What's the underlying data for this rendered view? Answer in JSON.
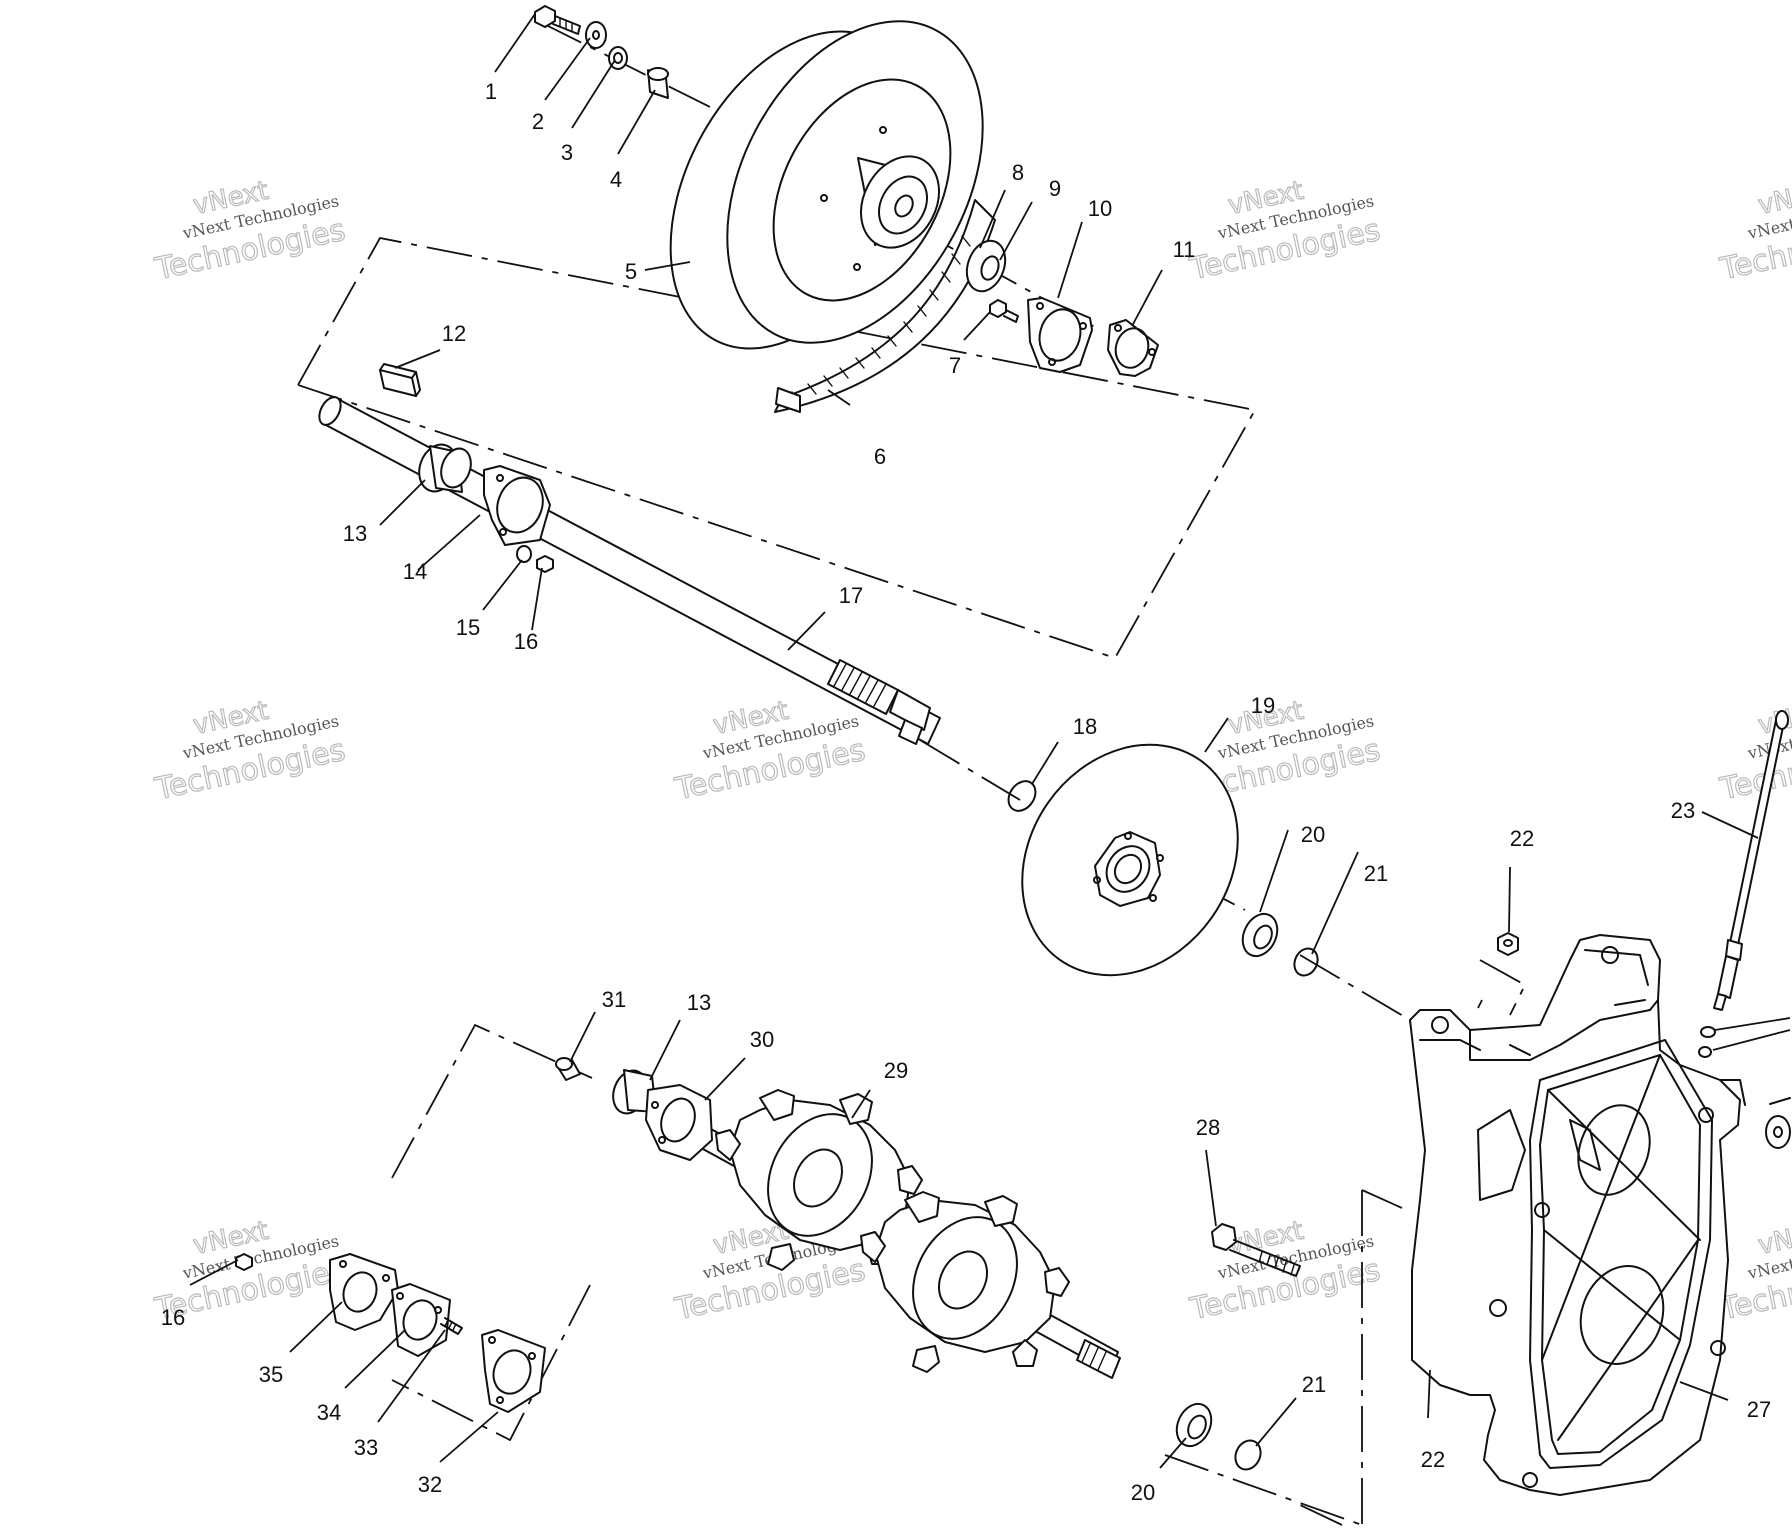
{
  "watermark": {
    "line1": "vNext",
    "line2": "vNext Technologies",
    "line3": "Technologies"
  },
  "callouts": [
    {
      "id": "c1",
      "label": "1"
    },
    {
      "id": "c2",
      "label": "2"
    },
    {
      "id": "c3",
      "label": "3"
    },
    {
      "id": "c4",
      "label": "4"
    },
    {
      "id": "c5",
      "label": "5"
    },
    {
      "id": "c6",
      "label": "6"
    },
    {
      "id": "c7",
      "label": "7"
    },
    {
      "id": "c8",
      "label": "8"
    },
    {
      "id": "c9",
      "label": "9"
    },
    {
      "id": "c10",
      "label": "10"
    },
    {
      "id": "c11",
      "label": "11"
    },
    {
      "id": "c12",
      "label": "12"
    },
    {
      "id": "c13a",
      "label": "13"
    },
    {
      "id": "c14",
      "label": "14"
    },
    {
      "id": "c15",
      "label": "15"
    },
    {
      "id": "c16a",
      "label": "16"
    },
    {
      "id": "c17",
      "label": "17"
    },
    {
      "id": "c18",
      "label": "18"
    },
    {
      "id": "c19",
      "label": "19"
    },
    {
      "id": "c20a",
      "label": "20"
    },
    {
      "id": "c21a",
      "label": "21"
    },
    {
      "id": "c22a",
      "label": "22"
    },
    {
      "id": "c23",
      "label": "23"
    },
    {
      "id": "c31",
      "label": "31"
    },
    {
      "id": "c13b",
      "label": "13"
    },
    {
      "id": "c30",
      "label": "30"
    },
    {
      "id": "c29",
      "label": "29"
    },
    {
      "id": "c28",
      "label": "28"
    },
    {
      "id": "c16b",
      "label": "16"
    },
    {
      "id": "c35",
      "label": "35"
    },
    {
      "id": "c34",
      "label": "34"
    },
    {
      "id": "c33",
      "label": "33"
    },
    {
      "id": "c32",
      "label": "32"
    },
    {
      "id": "c21b",
      "label": "21"
    },
    {
      "id": "c20b",
      "label": "20"
    },
    {
      "id": "c22b",
      "label": "22"
    },
    {
      "id": "c27",
      "label": "27"
    }
  ]
}
